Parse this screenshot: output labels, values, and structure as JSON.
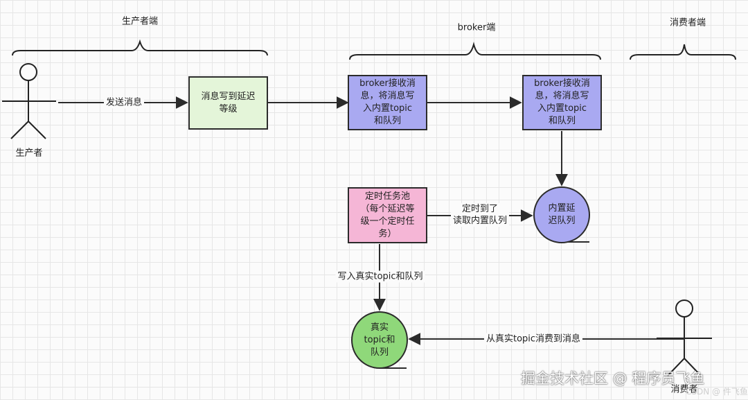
{
  "sections": {
    "producer": "生产者端",
    "broker": "broker端",
    "consumer": "消费者端"
  },
  "actors": {
    "producer": "生产者",
    "consumer": "消费者"
  },
  "nodes": {
    "write_delay_level": "消息写到延迟\n等级",
    "broker_receive_1": "broker接收消\n息，将消息写\n入内置topic\n和队列",
    "broker_receive_2": "broker接收消\n息，将消息写\n入内置topic\n和队列",
    "timer_pool": "定时任务池\n（每个延迟等\n级一个定时任\n务）",
    "internal_delay_queue": "内置延\n迟队列",
    "real_topic_queue": "真实\ntopic和\n队列"
  },
  "edges": {
    "send_message": "发送消息",
    "timer_read": "定时到了\n读取内置队列",
    "write_real": "写入真实topic和队列",
    "consume_real": "从真实topic消费到消息"
  },
  "watermark": {
    "main": "掘金技术社区 @ 程序员飞鱼",
    "sub": "CSDN @ 件飞鱼"
  },
  "colors": {
    "green_fill": "#e4f5d9",
    "blue_fill": "#a9a9f1",
    "pink_fill": "#f5b6d6",
    "circle_green": "#8fd87a",
    "line": "#2b2b2b"
  }
}
